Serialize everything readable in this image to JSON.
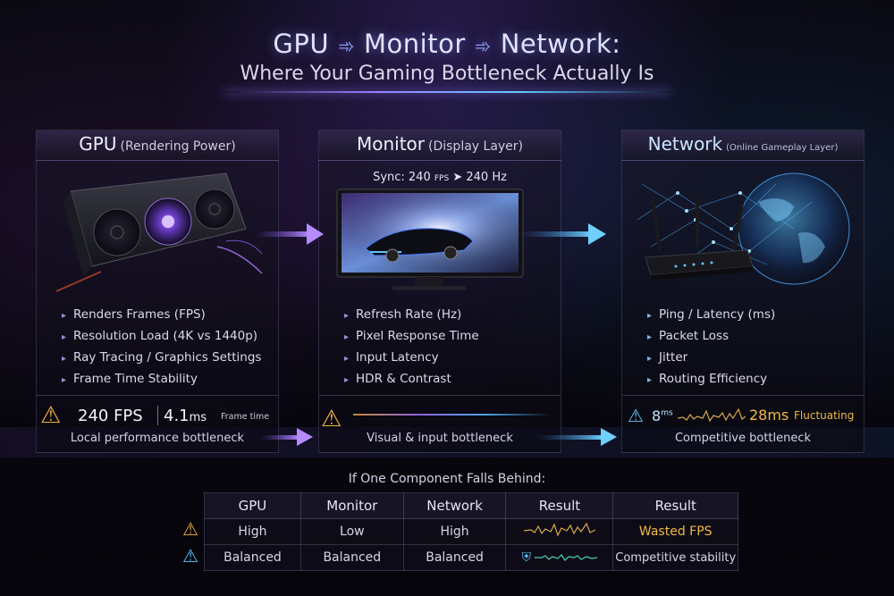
{
  "title": {
    "gpu": "GPU",
    "monitor": "Monitor",
    "network": "Network:",
    "subtitle": "Where Your Gaming Bottleneck Actually Is"
  },
  "panels": {
    "gpu": {
      "name": "GPU",
      "sub": "(Rendering Power)",
      "features": [
        "Renders Frames (FPS)",
        "Resolution Load (4K vs 1440p)",
        "Ray Tracing / Graphics Settings",
        "Frame Time Stability"
      ],
      "fps": "240 FPS",
      "frametime": "4.1",
      "frametime_unit": "ms",
      "frametime_label": "Frame time",
      "bottleneck": "Local performance bottleneck"
    },
    "monitor": {
      "name": "Monitor",
      "sub": "(Display Layer)",
      "sync_prefix": "Sync: 240",
      "sync_unit": "FPS",
      "sync_hz": "240 Hz",
      "features": [
        "Refresh Rate (Hz)",
        "Pixel Response Time",
        "Input Latency",
        "HDR & Contrast"
      ],
      "bottleneck": "Visual & input bottleneck"
    },
    "network": {
      "name": "Network",
      "sub": "(Online Gameplay Layer)",
      "features": [
        "Ping / Latency (ms)",
        "Packet Loss",
        "Jitter",
        "Routing Efficiency"
      ],
      "ping_low": "8",
      "ping_low_unit": "ms",
      "ping_high": "28ms",
      "ping_status": "Fluctuating",
      "bottleneck": "Competitive bottleneck"
    }
  },
  "table": {
    "title": "If One Component Falls Behind:",
    "headers": [
      "GPU",
      "Monitor",
      "Network",
      "Result",
      "Result"
    ],
    "rows": [
      {
        "gpu": "High",
        "monitor": "Low",
        "network": "High",
        "result": "Wasted FPS"
      },
      {
        "gpu": "Balanced",
        "monitor": "Balanced",
        "network": "Balanced",
        "result": "Competitive stability"
      }
    ]
  },
  "colors": {
    "gpu_accent": "#a77bff",
    "net_accent": "#4fc3ff",
    "warn": "#f0b040",
    "warn_blue": "#5fc8ff",
    "net_high": "#f2b845"
  },
  "icons": [
    "warning-icon",
    "shield-icon",
    "gpu-card-icon",
    "monitor-icon",
    "router-icon",
    "globe-icon"
  ]
}
